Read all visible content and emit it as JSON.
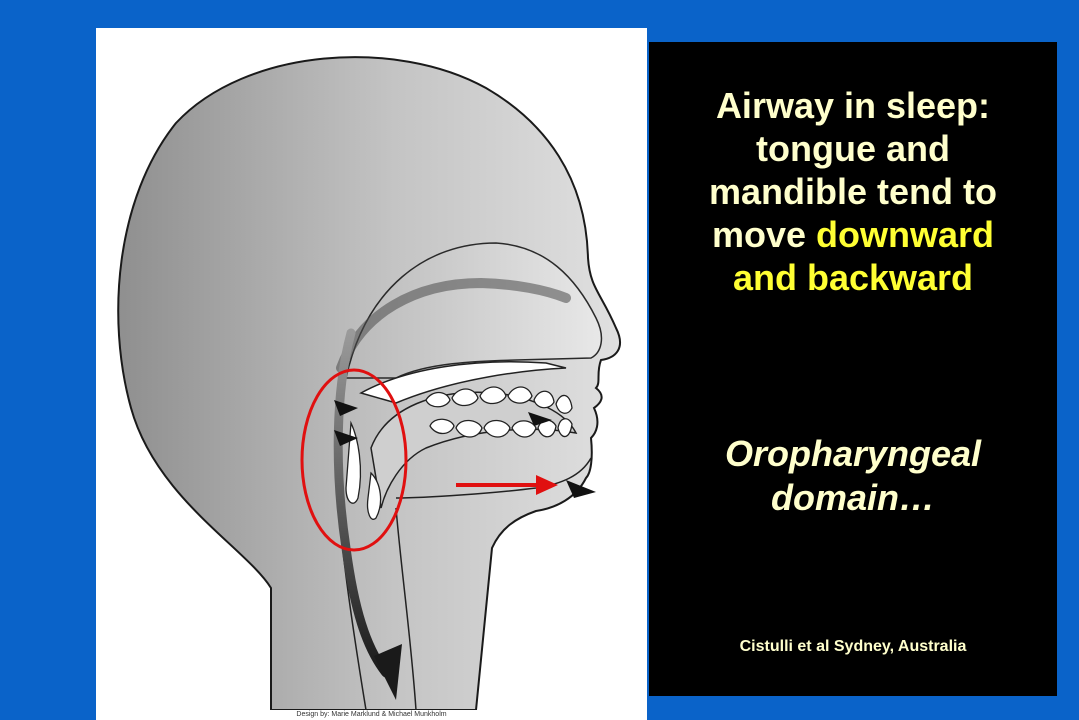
{
  "slide": {
    "background_color": "#0a63c9",
    "panel_color": "#000000",
    "text_color": "#ffffcc",
    "highlight_color": "#ffff33"
  },
  "headline": {
    "line1": "Airway in sleep:",
    "line2": "tongue and",
    "line3": "mandible tend to",
    "line4_prefix": "move ",
    "line4_highlight": "downward",
    "line5_highlight": "and backward"
  },
  "domain_label": {
    "line1": "Oropharyngeal",
    "line2": "domain…"
  },
  "citation": "Cistulli et al Sydney, Australia",
  "illustration": {
    "credit": "Design by: Marie Marklund & Michael Munkholm",
    "highlight_circle_color": "#e01010",
    "arrow_color": "#e01010"
  }
}
